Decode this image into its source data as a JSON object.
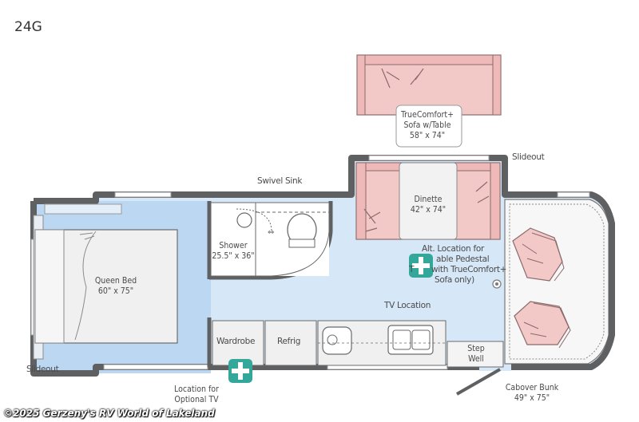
{
  "model": "24G",
  "labels": {
    "sofa": [
      "TrueComfort+",
      "Sofa w/Table",
      "58\" x 74\""
    ],
    "slideout_top": "Slideout",
    "slideout_bottom": "Slideout",
    "swivel_sink": "Swivel Sink",
    "dinette": [
      "Dinette",
      "42\" x 74\""
    ],
    "shower": [
      "Shower",
      "25.5\" x 36\""
    ],
    "queen_bed": [
      "Queen Bed",
      "60\" x 75\""
    ],
    "alt_location": [
      "Alt. Location for",
      "able Pedestal",
      "T",
      "with TrueComfort+",
      "Sofa only)"
    ],
    "tv_location": "TV Location",
    "wardrobe": "Wardrobe",
    "refrig": "Refrig",
    "step_well": [
      "Step",
      "Well"
    ],
    "optional_tv": [
      "Location for",
      "Optional TV"
    ],
    "cabover_bunk": [
      "Cabover Bunk",
      "49\" x 75\""
    ]
  },
  "colors": {
    "wall": "#5f6062",
    "floor_blue": "#d6e7f7",
    "bed_blue": "#bcd7f2",
    "furniture_pink": "#f3c9c8",
    "furniture_line": "#8a6a6a",
    "counter_gray": "#efefef",
    "tv_icon": "#33a89a"
  },
  "footer": {
    "copyright": "©2025 Gerzeny's RV World of Lakeland"
  }
}
